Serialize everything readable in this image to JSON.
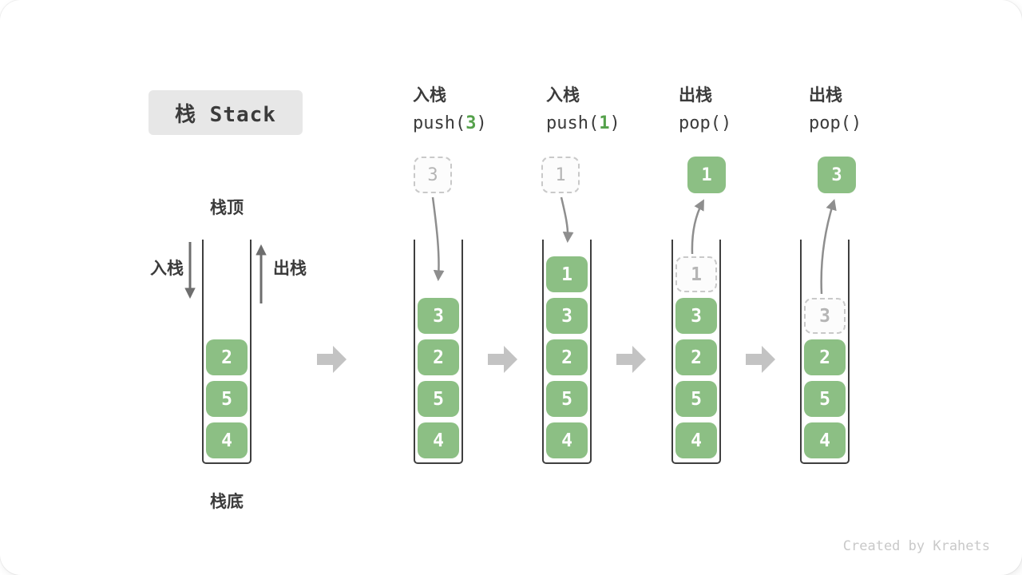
{
  "title": "栈 Stack",
  "stack_labels": {
    "top": "栈顶",
    "bottom": "栈底",
    "push_side": "入栈",
    "pop_side": "出栈"
  },
  "operations": [
    {
      "label": "入栈",
      "fn": "push(",
      "arg": "3",
      "close": ")"
    },
    {
      "label": "入栈",
      "fn": "push(",
      "arg": "1",
      "close": ")"
    },
    {
      "label": "出栈",
      "fn": "pop(",
      "arg": "",
      "close": ")"
    },
    {
      "label": "出栈",
      "fn": "pop(",
      "arg": "",
      "close": ")"
    }
  ],
  "floating": [
    "3",
    "1",
    "1",
    "3"
  ],
  "stacks": [
    {
      "cells": [
        "2",
        "5",
        "4"
      ]
    },
    {
      "cells": [
        "3",
        "2",
        "5",
        "4"
      ]
    },
    {
      "cells": [
        "1",
        "3",
        "2",
        "5",
        "4"
      ]
    },
    {
      "ghost": "1",
      "cells": [
        "3",
        "2",
        "5",
        "4"
      ]
    },
    {
      "ghost": "3",
      "cells": [
        "2",
        "5",
        "4"
      ]
    }
  ],
  "watermark": "Created by Krahets",
  "colors": {
    "cell_green": "#8cbf84",
    "arg_green": "#55a14b",
    "block_arrow_gray": "#c3c3c3",
    "curve_arrow_gray": "#8e8e8e",
    "title_box_bg": "#e7e7e7",
    "ghost_border": "#c9c9c9",
    "text_dark": "#3b3b3b"
  }
}
